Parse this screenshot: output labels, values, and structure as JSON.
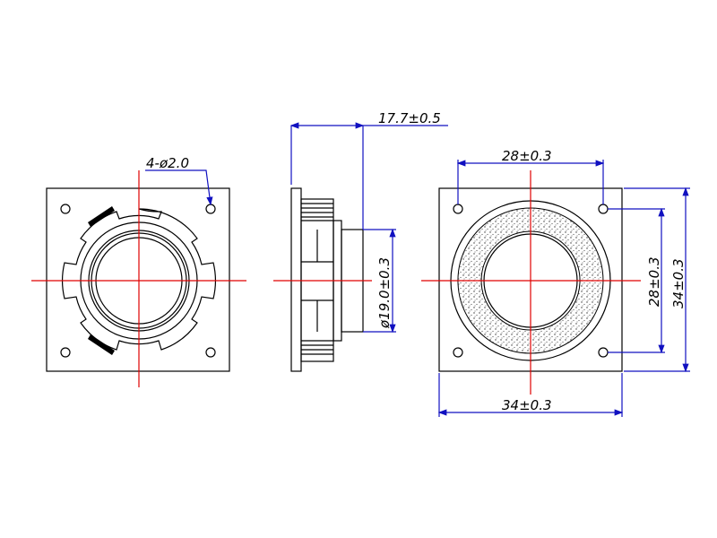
{
  "drawing": {
    "views": [
      "front",
      "side",
      "back"
    ],
    "dimensions": {
      "hole_callout": "4-ø2.0",
      "depth": "17.7±0.5",
      "diameter": "ø19.0±0.3",
      "hole_spacing_h": "28±0.3",
      "hole_spacing_v": "28±0.3",
      "width": "34±0.3",
      "height": "34±0.3"
    },
    "colors": {
      "outline": "#000000",
      "centerline": "#e00000",
      "dimension": "#1010c0"
    }
  }
}
